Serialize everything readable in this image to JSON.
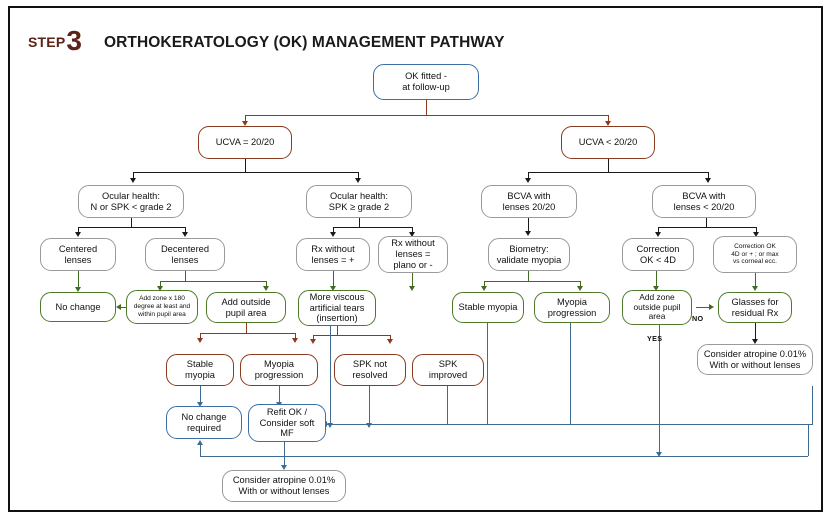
{
  "header": {
    "step_word": "STEP",
    "step_number": "3",
    "title": "ORTHOKERATOLOGY (OK) MANAGEMENT PATHWAY"
  },
  "colors": {
    "blue": "#3d6fa5",
    "brown": "#8a3a1e",
    "green": "#4f7a28",
    "grey": "#9a9a9a",
    "connector_blue": "#3f6b93",
    "frame": "#111111",
    "step_text": "#5b2417"
  },
  "nodes": {
    "root": "OK fitted -\nat follow-up",
    "root_l1": "OK fitted -",
    "root_l2": "at follow-up",
    "ucva_eq": "UCVA = 20/20",
    "ucva_lt": "UCVA < 20/20",
    "ocular_n_l1": "Ocular health:",
    "ocular_n_l2": "N or SPK < grade 2",
    "ocular_spk_l1": "Ocular health:",
    "ocular_spk_l2": "SPK ≥ grade 2",
    "bcva_eq_l1": "BCVA with",
    "bcva_eq_l2": "lenses 20/20",
    "bcva_lt_l1": "BCVA with",
    "bcva_lt_l2": "lenses < 20/20",
    "centered_l1": "Centered",
    "centered_l2": "lenses",
    "decentered_l1": "Decentered",
    "decentered_l2": "lenses",
    "rx_plus_l1": "Rx without",
    "rx_plus_l2": "lenses = +",
    "rx_plano_l1": "Rx without",
    "rx_plano_l2": "lenses =",
    "rx_plano_l3": "plano or -",
    "biometry_l1": "Biometry:",
    "biometry_l2": "validate myopia",
    "corr_4d_l1": "Correction",
    "corr_4d_l2": "OK < 4D",
    "corr_ok_l1": "Correction OK",
    "corr_ok_l2": "4D or + ; or max",
    "corr_ok_l3": "vs corneal ecc.",
    "no_change": "No change",
    "add_zone180_l1": "Add zone x 180",
    "add_zone180_l2": "degree at least and",
    "add_zone180_l3": "within pupil area",
    "add_outside_l1": "Add outside",
    "add_outside_l2": "pupil area",
    "viscous_l1": "More viscous",
    "viscous_l2": "artificial tears",
    "viscous_l3": "(insertion)",
    "stable_myopia_g": "Stable myopia",
    "myopia_prog_g_l1": "Myopia",
    "myopia_prog_g_l2": "progression",
    "add_zone_outside_l1": "Add zone",
    "add_zone_outside_l2": "outside pupil",
    "add_zone_outside_l3": "area",
    "glasses_l1": "Glasses for",
    "glasses_l2": "residual Rx",
    "stable_myopia_b_l1": "Stable",
    "stable_myopia_b_l2": "myopia",
    "myopia_prog_b_l1": "Myopia",
    "myopia_prog_b_l2": "progression",
    "spk_not_l1": "SPK not",
    "spk_not_l2": "resolved",
    "spk_imp_l1": "SPK",
    "spk_imp_l2": "improved",
    "no_change_req_l1": "No change",
    "no_change_req_l2": "required",
    "refit_l1": "Refit OK /",
    "refit_l2": "Consider soft",
    "refit_l3": "MF",
    "atropine_right_l1": "Consider atropine 0.01%",
    "atropine_right_l2": "With or without lenses",
    "atropine_bottom_l1": "Consider atropine 0.01%",
    "atropine_bottom_l2": "With or without lenses"
  },
  "edge_labels": {
    "yes": "YES",
    "no": "NO"
  }
}
